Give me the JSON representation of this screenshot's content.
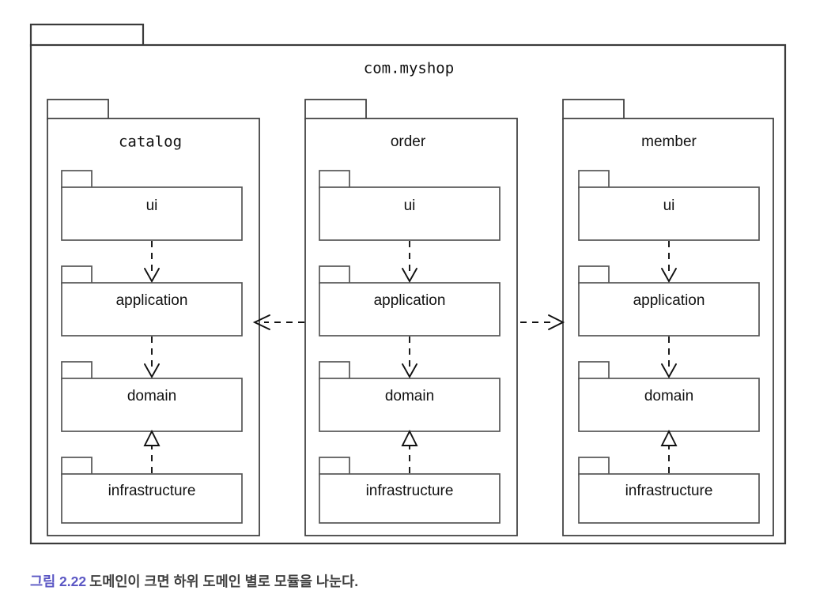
{
  "figure": {
    "caption_number": "그림 2.22",
    "caption_text": "도메인이 크면 하위 도메인 별로 모듈을 나눈다.",
    "number_color": "#5b57c4",
    "text_color": "#3f3f3f"
  },
  "diagram": {
    "type": "uml-package-diagram",
    "root_package": {
      "name": "com.myshop",
      "font": "mono"
    },
    "sub_packages": [
      {
        "name": "catalog",
        "font": "mono",
        "modules": [
          {
            "name": "ui"
          },
          {
            "name": "application"
          },
          {
            "name": "domain"
          },
          {
            "name": "infrastructure"
          }
        ]
      },
      {
        "name": "order",
        "font": "sans",
        "modules": [
          {
            "name": "ui"
          },
          {
            "name": "application"
          },
          {
            "name": "domain"
          },
          {
            "name": "infrastructure"
          }
        ]
      },
      {
        "name": "member",
        "font": "sans",
        "modules": [
          {
            "name": "ui"
          },
          {
            "name": "application"
          },
          {
            "name": "domain"
          },
          {
            "name": "infrastructure"
          }
        ]
      }
    ],
    "internal_dependencies": [
      {
        "from": "ui",
        "to": "application",
        "style": "dashed-open-arrow"
      },
      {
        "from": "application",
        "to": "domain",
        "style": "dashed-open-arrow"
      },
      {
        "from": "infrastructure",
        "to": "domain",
        "style": "dashed-hollow-triangle"
      }
    ],
    "cross_package_dependencies": [
      {
        "from": "order.application",
        "to": "catalog.application",
        "direction": "left",
        "style": "dashed-open-arrow"
      },
      {
        "from": "order.application",
        "to": "member.application",
        "direction": "right",
        "style": "dashed-open-arrow"
      }
    ],
    "colors": {
      "outer_stroke": "#3b3b3b",
      "inner_stroke": "#444444",
      "leaf_stroke": "#555555",
      "fill": "#ffffff",
      "text": "#111111",
      "arrow": "#111111"
    }
  }
}
